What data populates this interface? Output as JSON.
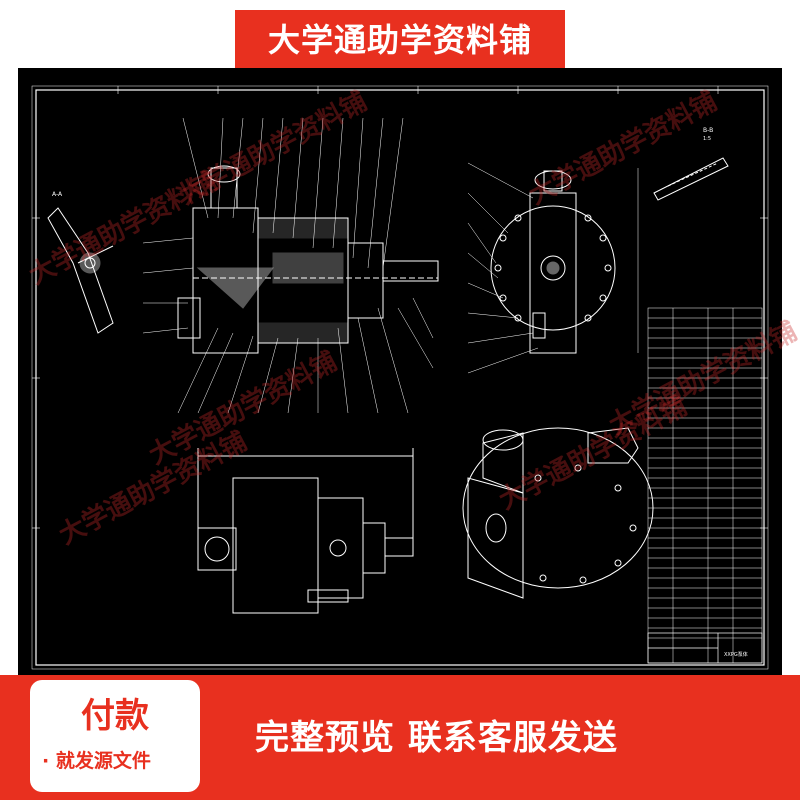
{
  "banner": {
    "title": "大学通助学资料铺"
  },
  "watermark": {
    "text": "大学通助学资料铺"
  },
  "drawing": {
    "section_label": "B-B",
    "scale_label": "1:5",
    "view_label": "A-A",
    "title_block_name": "XXPG泵体"
  },
  "footer": {
    "pay_title": "付款",
    "pay_note": "· 就发源文件",
    "cta_text": "完整预览  联系客服发送"
  },
  "colors": {
    "accent": "#e8301f",
    "paper": "#000000",
    "lines": "#ffffff"
  }
}
